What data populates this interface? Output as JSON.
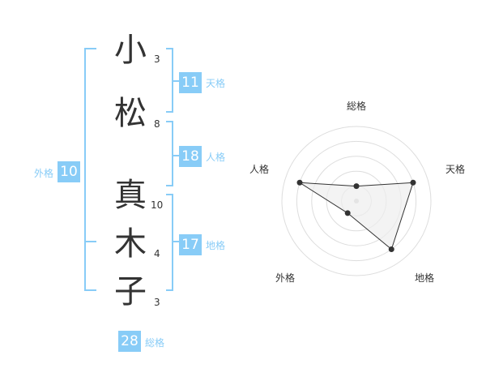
{
  "name": {
    "chars": [
      {
        "char": "小",
        "strokes": "3"
      },
      {
        "char": "松",
        "strokes": "8"
      },
      {
        "char": "真",
        "strokes": "10"
      },
      {
        "char": "木",
        "strokes": "4"
      },
      {
        "char": "子",
        "strokes": "3"
      }
    ]
  },
  "kakusu": {
    "tenkaku": {
      "value": "11",
      "label": "天格"
    },
    "jinkaku": {
      "value": "18",
      "label": "人格"
    },
    "chikaku": {
      "value": "17",
      "label": "地格"
    },
    "gaikaku": {
      "value": "10",
      "label": "外格"
    },
    "soukaku": {
      "value": "28",
      "label": "総格"
    }
  },
  "colors": {
    "accent": "#88ccf7",
    "text": "#333333",
    "ring": "#dddddd",
    "polygon_fill": "#eeeeee"
  },
  "chart_data": {
    "type": "radar",
    "axes": [
      "総格",
      "天格",
      "地格",
      "外格",
      "人格"
    ],
    "series": [
      {
        "values": [
          1,
          4,
          4,
          1,
          4
        ]
      }
    ],
    "range": [
      0,
      5
    ]
  }
}
